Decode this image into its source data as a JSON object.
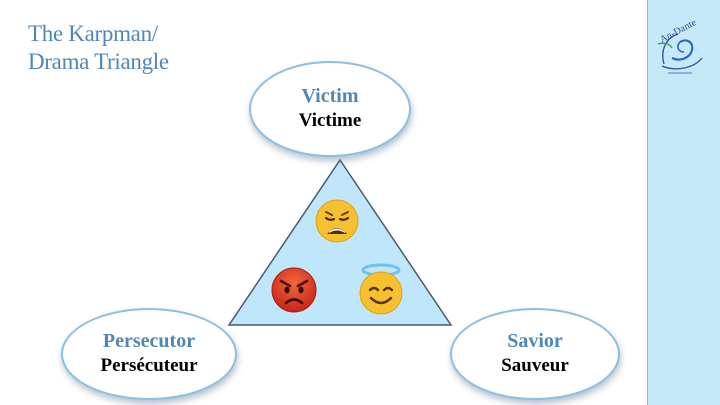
{
  "title": {
    "line1": "The Karpman/",
    "line2": "Drama Triangle"
  },
  "logo": {
    "text": "An-Dante",
    "icon": "an-dante-logo"
  },
  "colors": {
    "title": "#4f86b4",
    "sidebar": "#c6e9f9",
    "triangle_fill": "#bfe6fa",
    "triangle_stroke": "#4a5a6a",
    "ellipse_border": "#8cbfe0"
  },
  "roles": {
    "victim": {
      "en": "Victim",
      "fr": "Victime",
      "icon": "weary-face-emoji"
    },
    "persecutor": {
      "en": "Persecutor",
      "fr": "Persécuteur",
      "icon": "angry-face-emoji"
    },
    "savior": {
      "en": "Savior",
      "fr": "Sauveur",
      "icon": "smiling-face-with-halo-emoji"
    }
  }
}
